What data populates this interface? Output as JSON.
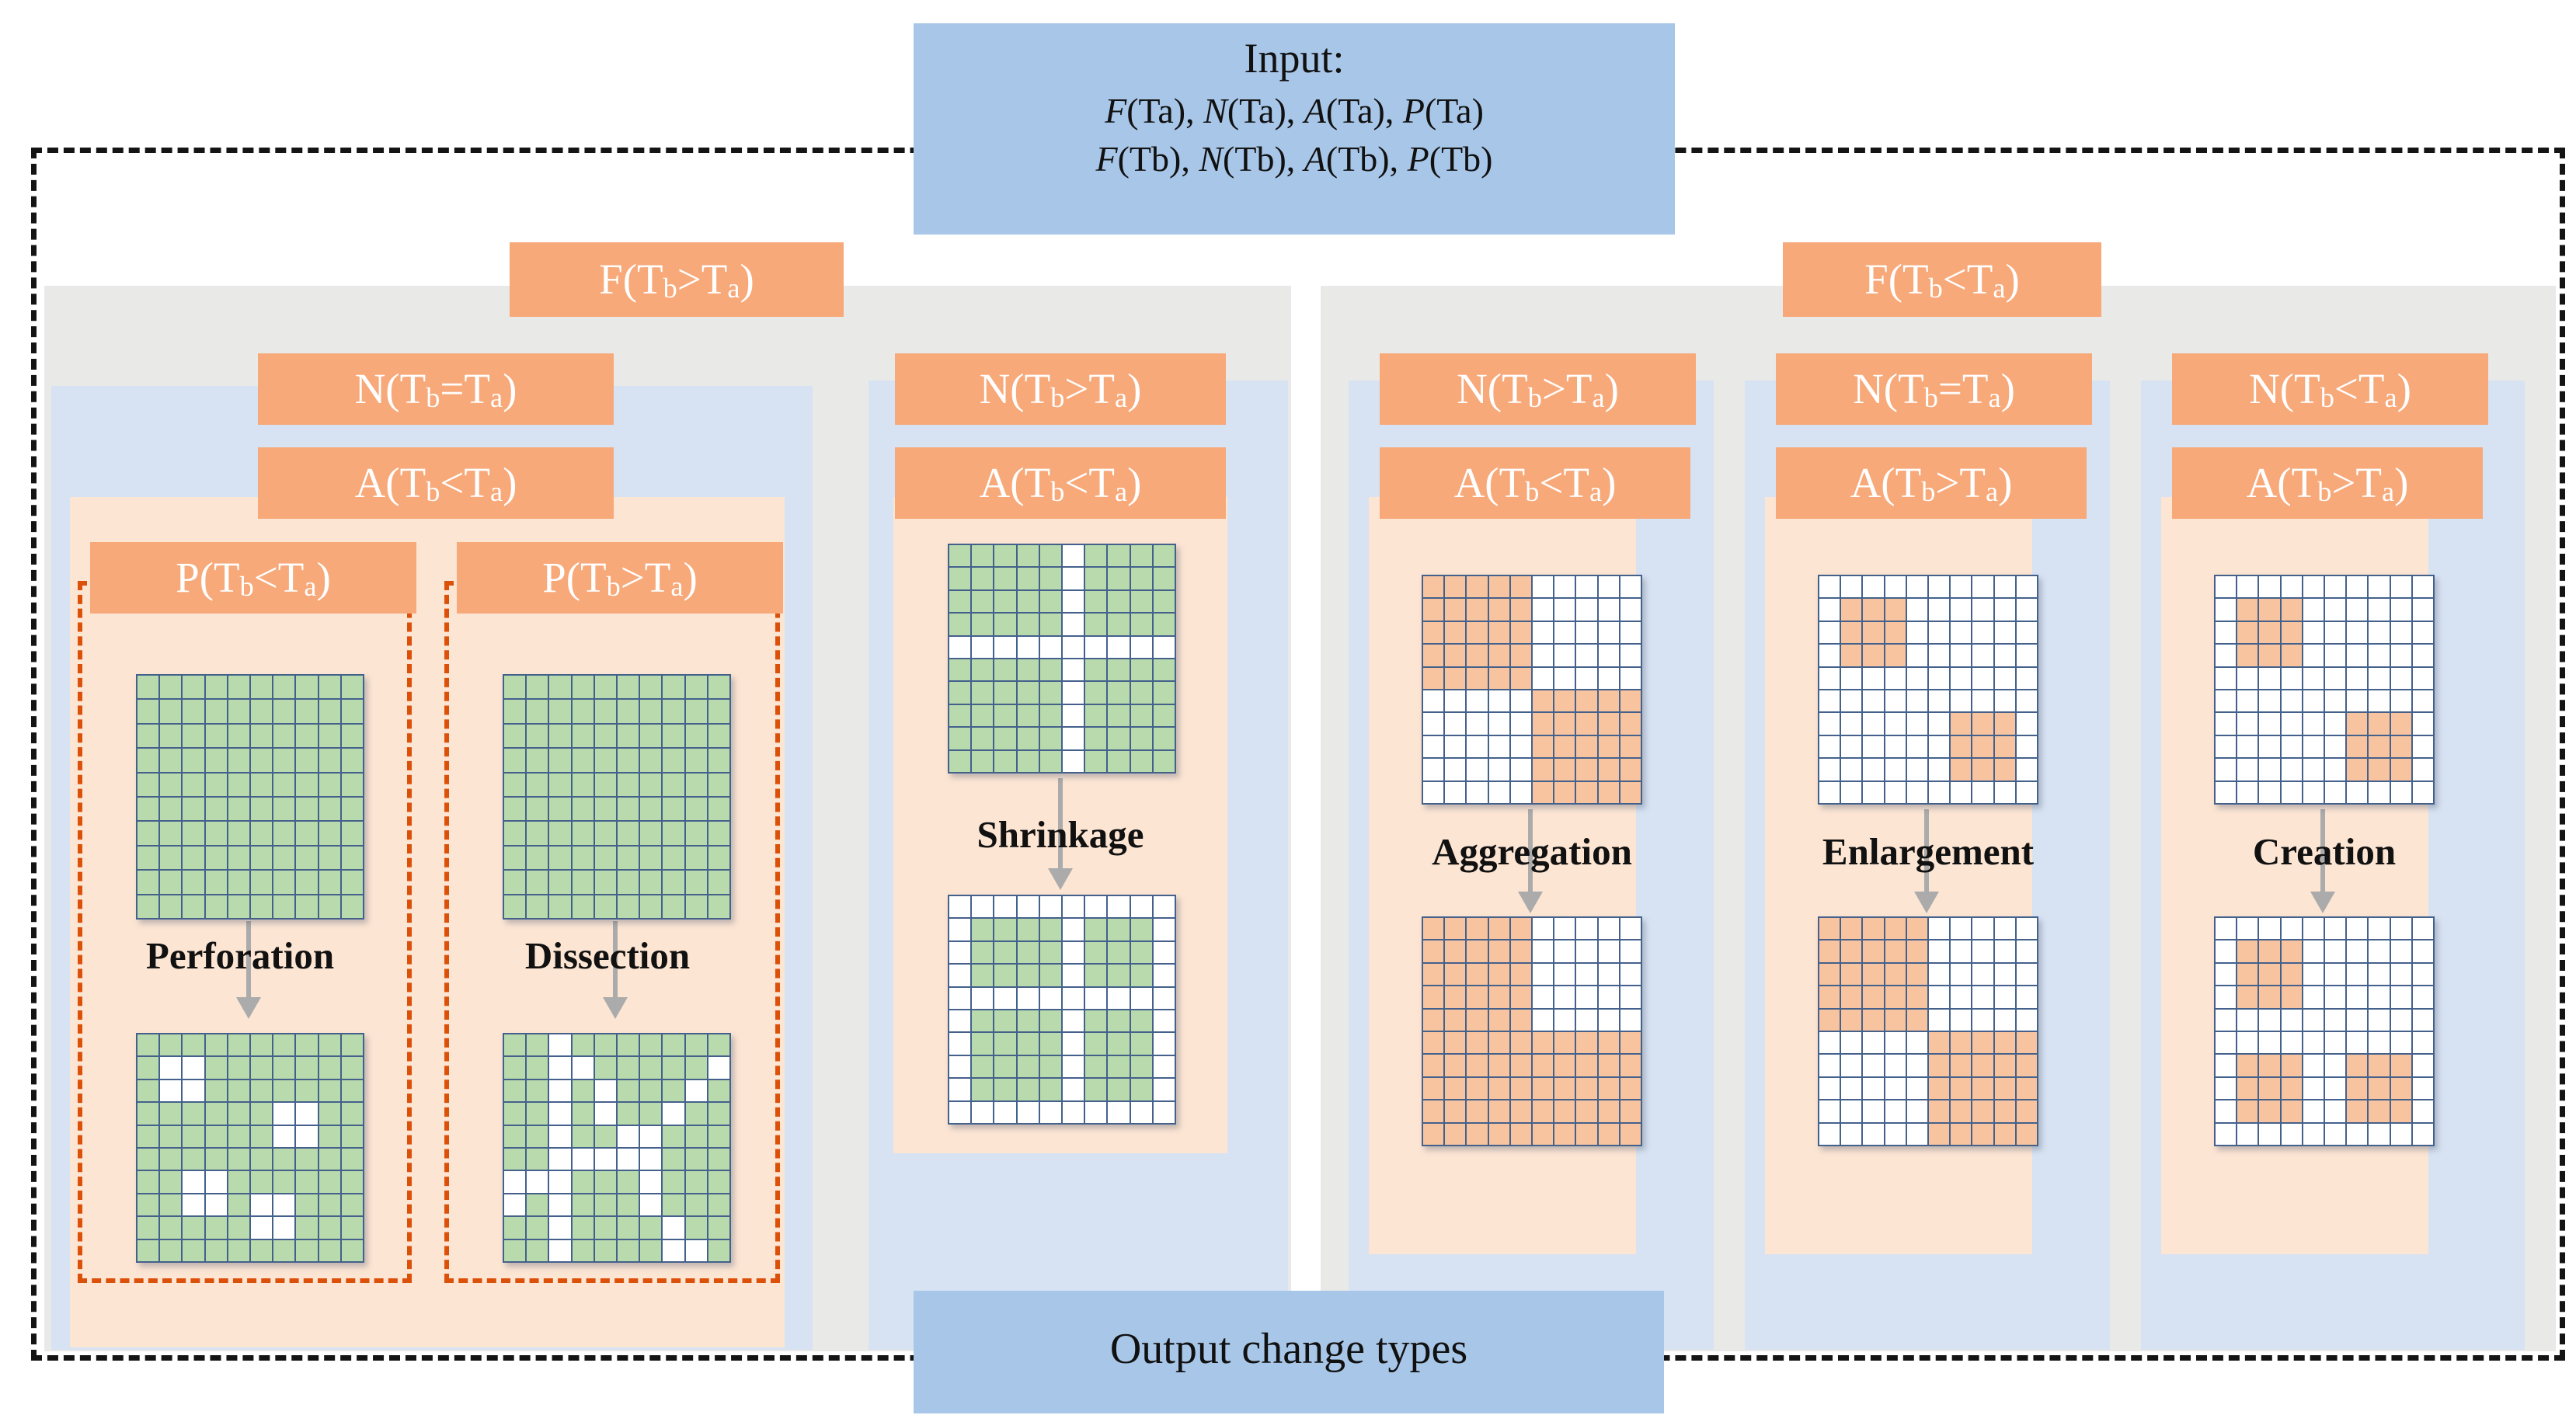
{
  "input_box": {
    "title": "Input:",
    "line_a": "F(Ta), N(Ta), A(Ta), P(Ta)",
    "line_b": "F(Tb), N(Tb), A(Tb), P(Tb)"
  },
  "output_box": {
    "label": "Output change types"
  },
  "branches": {
    "left": {
      "f_label": "F(Tb>Ta)",
      "columns": {
        "perforation_dissection": {
          "n_label": "N(Tb=Ta)",
          "a_label": "A(Tb<Ta)",
          "sub": [
            {
              "p_label": "P(Tb<Ta)",
              "change": "Perforation"
            },
            {
              "p_label": "P(Tb>Ta)",
              "change": "Dissection"
            }
          ]
        },
        "shrinkage": {
          "n_label": "N(Tb>Ta)",
          "a_label": "A(Tb<Ta)",
          "change": "Shrinkage"
        }
      }
    },
    "right": {
      "f_label": "F(Tb<Ta)",
      "columns": {
        "aggregation": {
          "n_label": "N(Tb>Ta)",
          "a_label": "A(Tb<Ta)",
          "change": "Aggregation"
        },
        "enlargement": {
          "n_label": "N(Tb=Ta)",
          "a_label": "A(Tb>Ta)",
          "change": "Enlargement"
        },
        "creation": {
          "n_label": "N(Tb<Ta)",
          "a_label": "A(Tb>Ta)",
          "change": "Creation"
        }
      }
    }
  },
  "grids": {
    "perforation_before": [
      "gggggggggg",
      "gggggggggg",
      "gggggggggg",
      "gggggggggg",
      "gggggggggg",
      "gggggggggg",
      "gggggggggg",
      "gggggggggg",
      "gggggggggg",
      "gggggggggg"
    ],
    "perforation_after": [
      "gggggggggg",
      "gwwggggggg",
      "gwwggggggg",
      "ggggggwwgg",
      "ggggggwwgg",
      "gggggggggg",
      "ggwwgggggg",
      "ggwwgwwggg",
      "gggggwwggg",
      "gggggggggg"
    ],
    "dissection_before": [
      "gggggggggg",
      "gggggggggg",
      "gggggggggg",
      "gggggggggg",
      "gggggggggg",
      "gggggggggg",
      "gggggggggg",
      "gggggggggg",
      "gggggggggg",
      "gggggggggg"
    ],
    "dissection_after": [
      "ggwggggggg",
      "ggwwgggggw",
      "ggwgwgggwg",
      "ggwgwggwgg",
      "ggwggwwggg",
      "ggwwwwwggg",
      "wwwgggwggg",
      "wgwgggwggg",
      "ggwggggwgg",
      "ggwggggwwg"
    ],
    "shrinkage_before": [
      "gggggwgggg",
      "gggggwgggg",
      "gggggwgggg",
      "gggggwgggg",
      "wwwwwwwwww",
      "gggggwgggg",
      "gggggwgggg",
      "gggggwgggg",
      "gggggwgggg",
      "gggggwgggg"
    ],
    "shrinkage_after": [
      "wwwwwwwwww",
      "wggggwgggw",
      "wggggwgggw",
      "wggggwgggw",
      "wwwwwwwwww",
      "wggggwgggw",
      "wggggwgggw",
      "wggggwgggw",
      "wggggwgggw",
      "wwwwwwwwww"
    ],
    "aggregation_before": [
      "ooooowwwww",
      "ooooowwwww",
      "ooooowwwww",
      "ooooowwwww",
      "ooooowwwww",
      "wwwwwooooo",
      "wwwwwooooo",
      "wwwwwooooo",
      "wwwwwooooo",
      "wwwwwooooo"
    ],
    "aggregation_after": [
      "ooooowwwww",
      "ooooowwwww",
      "ooooowwwww",
      "ooooowwwww",
      "ooooowwwww",
      "oooooooooo",
      "oooooooooo",
      "oooooooooo",
      "oooooooooo",
      "oooooooooo"
    ],
    "enlargement_before": [
      "wwwwwwwwww",
      "wooowwwwww",
      "wooowwwwww",
      "wooowwwwww",
      "wwwwwwwwww",
      "wwwwwwwwww",
      "wwwwwwooow",
      "wwwwwwooow",
      "wwwwwwooow",
      "wwwwwwwwww"
    ],
    "enlargement_after": [
      "ooooowwwww",
      "ooooowwwww",
      "ooooowwwww",
      "ooooowwwww",
      "ooooowwwww",
      "wwwwwooooo",
      "wwwwwooooo",
      "wwwwwooooo",
      "wwwwwooooo",
      "wwwwwooooo"
    ],
    "creation_before": [
      "wwwwwwwwww",
      "wooowwwwww",
      "wooowwwwww",
      "wooowwwwww",
      "wwwwwwwwww",
      "wwwwwwwwww",
      "wwwwwwooow",
      "wwwwwwooow",
      "wwwwwwooow",
      "wwwwwwwwww"
    ],
    "creation_after": [
      "wwwwwwwwww",
      "wooowwwwww",
      "wooowwwwww",
      "wooowwwwww",
      "wwwwwwwwww",
      "wwwwwwwwww",
      "wooowwooow",
      "wooowwooow",
      "wooowwooow",
      "wwwwwwwwww"
    ]
  },
  "colors": {
    "label_orange": "#F7A97A",
    "panel_peach": "#FCE5D3",
    "panel_blue": "#D7E3F3",
    "panel_gray": "#E9E9E8",
    "title_box_blue": "#A8C6E7",
    "cell_green": "#B8DAAC",
    "cell_orange": "#F7C49F",
    "cell_line": "#44618C",
    "arrow_gray": "#ABABAB",
    "dashed_red": "#DC510A",
    "dashed_black": "#141414"
  }
}
